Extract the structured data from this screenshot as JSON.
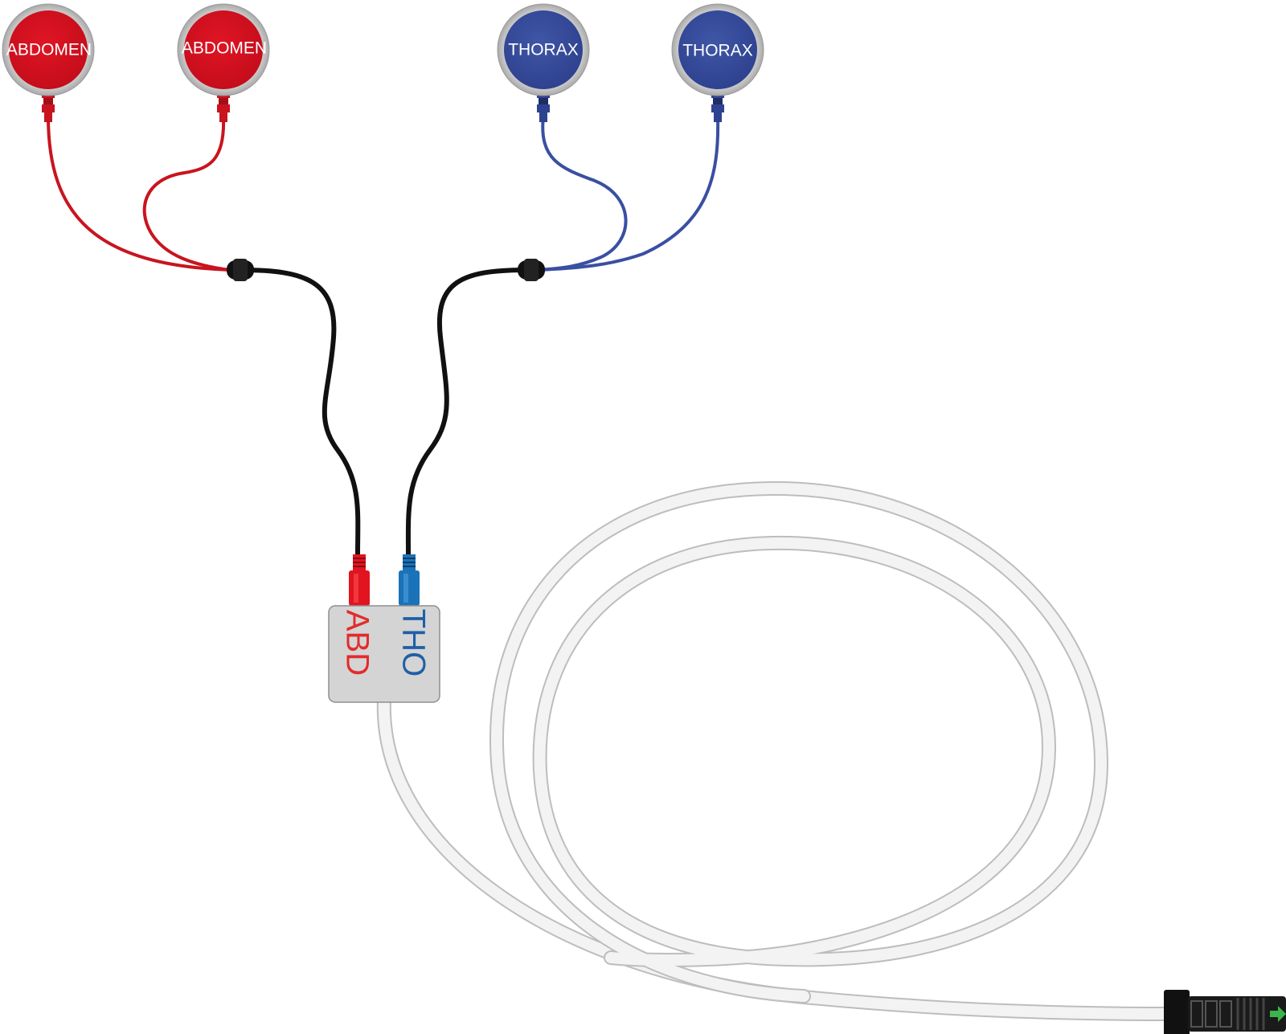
{
  "electrodes": [
    {
      "label": "ABDOMEN",
      "group": "abd"
    },
    {
      "label": "ABDOMEN",
      "group": "abd"
    },
    {
      "label": "THORAX",
      "group": "tho"
    },
    {
      "label": "THORAX",
      "group": "tho"
    }
  ],
  "adapter_box": {
    "abd_label": "ABD",
    "tho_label": "THO"
  },
  "colors": {
    "abdomen_red": "#d0101f",
    "thorax_blue": "#354a9a",
    "abd_text_red": "#e32b2b",
    "tho_text_blue": "#1f5fa8",
    "plug_red": "#e1141f",
    "plug_blue": "#1a73b8",
    "box_gray": "#d4d4d4",
    "cable_black": "#111111",
    "trunk_gray": "#f2f2f2",
    "connector_black": "#111111",
    "arrow_green": "#3ab54a"
  },
  "icons": {
    "connector_arrow": "right-arrow-icon"
  }
}
